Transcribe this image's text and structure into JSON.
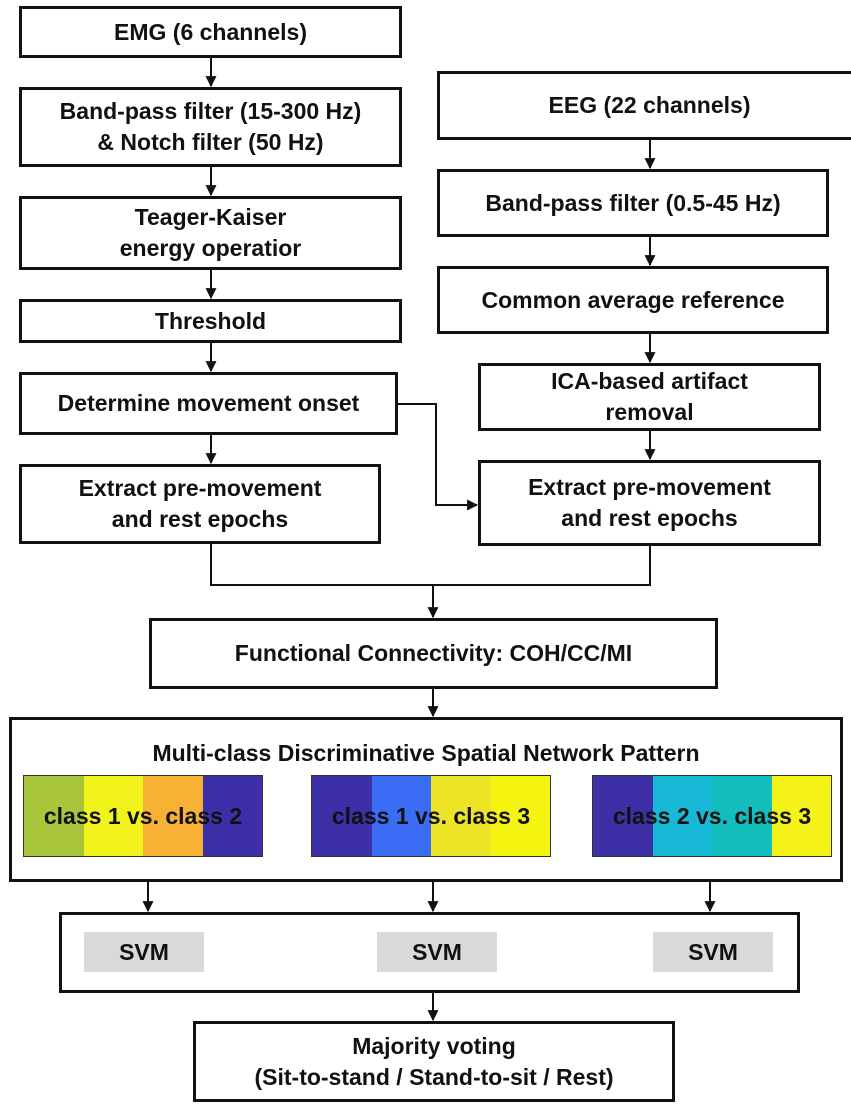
{
  "emg": {
    "source": [
      "EMG (6 channels)"
    ],
    "filter": [
      "Band-pass filter (15-300 Hz)",
      "& Notch filter (50 Hz)"
    ],
    "tkeo": [
      "Teager-Kaiser",
      "energy operatior"
    ],
    "threshold": [
      "Threshold"
    ],
    "onset": [
      "Determine movement onset"
    ],
    "epochs": [
      "Extract pre-movement",
      "and rest epochs"
    ]
  },
  "eeg": {
    "source": [
      "EEG (22 channels)"
    ],
    "filter": [
      "Band-pass filter (0.5-45 Hz)"
    ],
    "car": [
      "Common average reference"
    ],
    "ica": [
      "ICA-based artifact",
      "removal"
    ],
    "epochs": [
      "Extract pre-movement",
      "and rest epochs"
    ]
  },
  "connectivity": [
    "Functional Connectivity: COH/CC/MI"
  ],
  "dsnp": {
    "title": "Multi-class Discriminative Spatial Network Pattern",
    "strips": [
      {
        "label": "class 1 vs. class 2",
        "colors": [
          "#a9c53c",
          "#f3f31c",
          "#f7b235",
          "#3c2fa7"
        ]
      },
      {
        "label": "class 1 vs. class 3",
        "colors": [
          "#3c2fa7",
          "#3a6cf5",
          "#eee426",
          "#f5f410"
        ]
      },
      {
        "label": "class 2 vs. class 3",
        "colors": [
          "#3d2fa5",
          "#17b9d6",
          "#13bdbb",
          "#f4f216"
        ]
      }
    ]
  },
  "svm": {
    "labels": [
      "SVM",
      "SVM",
      "SVM"
    ]
  },
  "voting": [
    "Majority voting",
    "(Sit-to-stand / Stand-to-sit / Rest)"
  ]
}
